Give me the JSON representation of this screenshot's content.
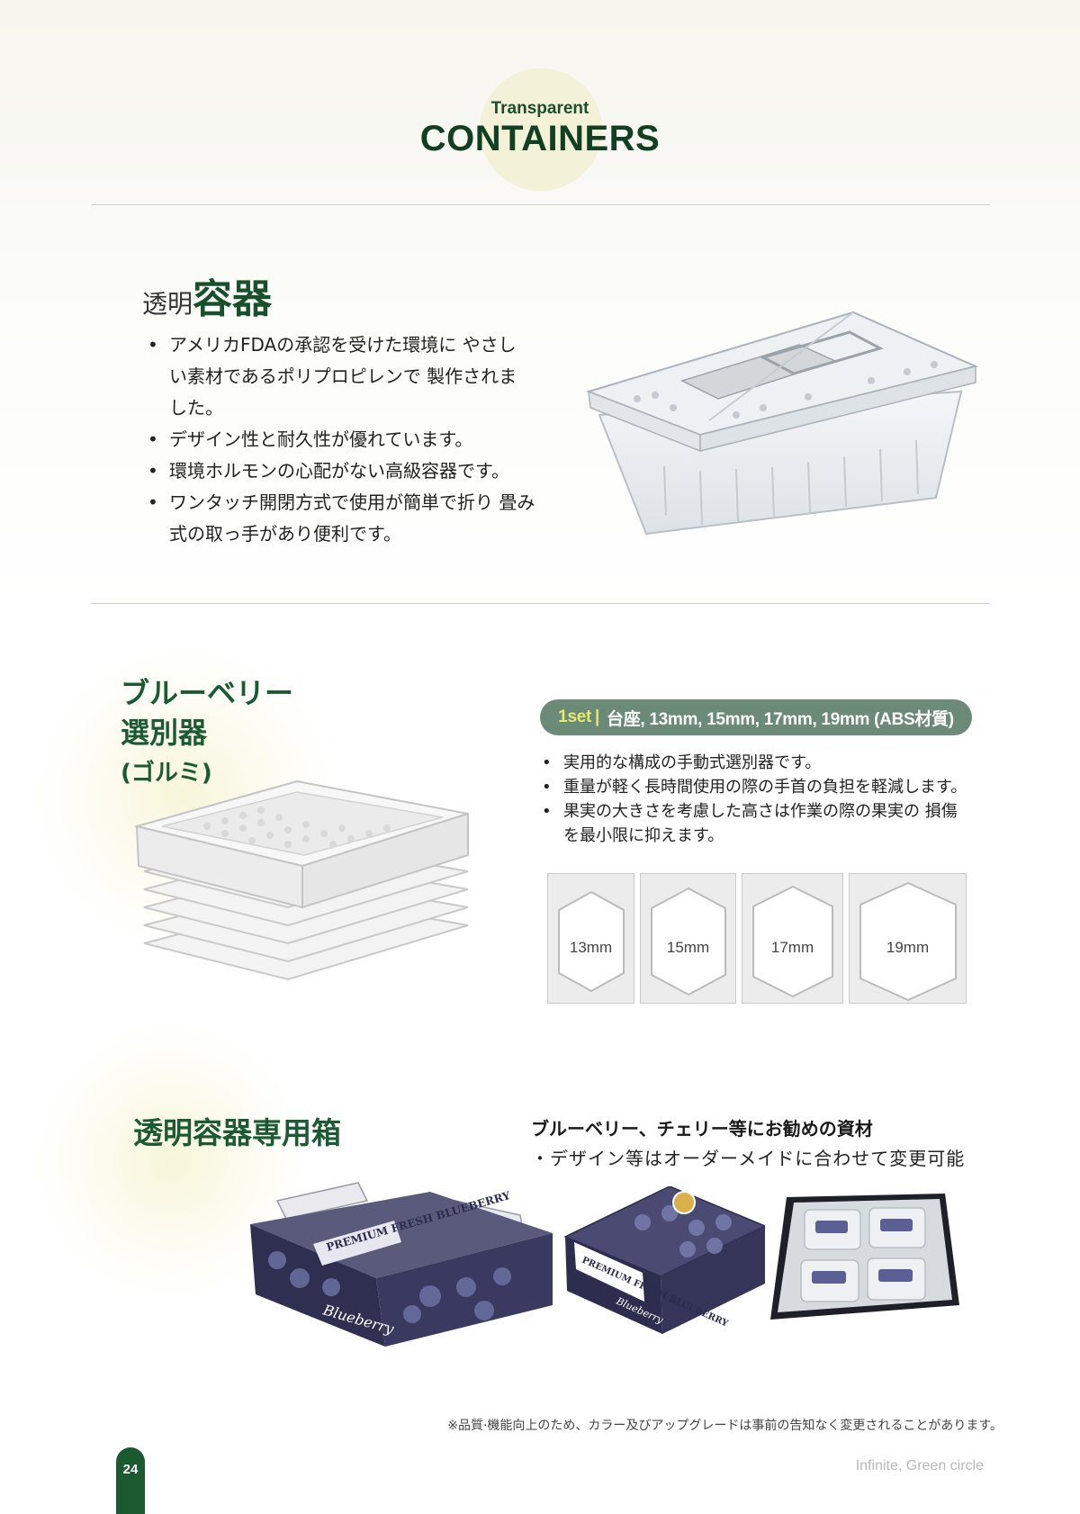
{
  "header": {
    "subtitle": "Transparent",
    "title": "CONTAINERS"
  },
  "section1": {
    "title_small": "透明",
    "title_big": "容器",
    "bullets": [
      "アメリカFDAの承認を受けた環境に やさしい素材であるポリプロピレンで 製作されました。",
      "デザイン性と耐久性が優れています。",
      " 環境ホルモンの心配がない高級容器です。",
      "ワンタッチ開閉方式で使用が簡単で折り 畳み式の取っ手があり便利です。"
    ]
  },
  "section2": {
    "title_line1": "ブルーベリー",
    "title_line2": "選別器",
    "title_sub": "(ゴルミ)",
    "pill_set": "1set",
    "pill_sep": "|",
    "pill_text": "台座, 13mm, 15mm, 17mm, 19mm (ABS材質)",
    "bullets": [
      "実用的な構成の手動式選別器です。",
      "重量が軽く長時間使用の際の手首の負担を軽減します。",
      "果実の大きさを考慮した高さは作業の際の果実の 損傷を最小限に抑えます。"
    ],
    "sizes": [
      "13mm",
      "15mm",
      "17mm",
      "19mm"
    ]
  },
  "section3": {
    "title": "透明容器専用箱",
    "heading": "ブルーベリー、チェリー等にお勧めの資材",
    "text": "・デザイン等はオーダーメイドに合わせて変更可能",
    "box_texts": [
      "PREMIUM FRESH BLUEBERRY",
      "Blueberry"
    ]
  },
  "footer": {
    "note": "※品質·機能向上のため、カラー及びアップグレードは事前の告知なく変更されることがあります。",
    "page": "24",
    "tagline": "Infinite, Green circle"
  },
  "colors": {
    "brand_green": "#1b5a31",
    "pill_green": "#6c8a78",
    "accent_yellow": "#e6e96a"
  }
}
